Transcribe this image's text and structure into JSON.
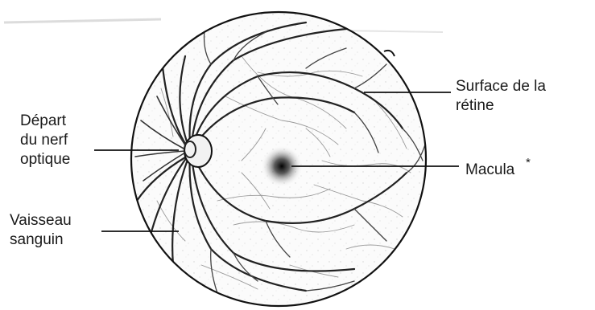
{
  "labels": {
    "surface": [
      "Surface de la",
      "rétine"
    ],
    "nerve": [
      "Départ",
      "du nerf",
      "optique"
    ],
    "macula": "Macula",
    "macula_mark": "*",
    "vessel": [
      "Vaisseau",
      "sanguin"
    ]
  }
}
